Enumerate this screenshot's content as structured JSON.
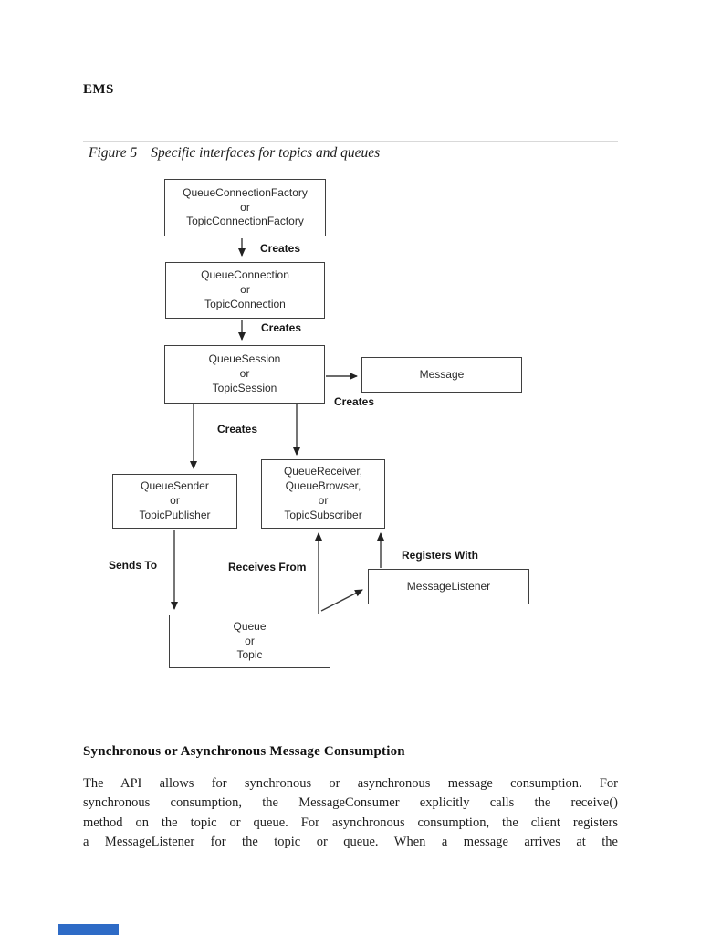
{
  "page": {
    "header": "EMS"
  },
  "figure": {
    "number": "Figure 5",
    "caption": "Specific interfaces for topics and queues"
  },
  "diagram": {
    "nodes": {
      "factory": {
        "lines": [
          "QueueConnectionFactory",
          "or",
          "TopicConnectionFactory"
        ]
      },
      "connection": {
        "lines": [
          "QueueConnection",
          "or",
          "TopicConnection"
        ]
      },
      "session": {
        "lines": [
          "QueueSession",
          "or",
          "TopicSession"
        ]
      },
      "message": {
        "lines": [
          "Message"
        ]
      },
      "sender": {
        "lines": [
          "QueueSender",
          "or",
          "TopicPublisher"
        ]
      },
      "receiver": {
        "lines": [
          "QueueReceiver,",
          "QueueBrowser,",
          "or",
          "TopicSubscriber"
        ]
      },
      "listener": {
        "lines": [
          "MessageListener"
        ]
      },
      "destination": {
        "lines": [
          "Queue",
          "or",
          "Topic"
        ]
      }
    },
    "labels": {
      "creates1": "Creates",
      "creates2": "Creates",
      "creates3": "Creates",
      "creates4": "Creates",
      "sends_to": "Sends To",
      "receives_from": "Receives From",
      "registers_with": "Registers With"
    },
    "line_color": "#3a3a3a"
  },
  "section": {
    "heading": "Synchronous or Asynchronous Message Consumption",
    "paragraph_lines": [
      "The API allows for synchronous or asynchronous message consumption. For",
      "synchronous consumption, the MessageConsumer explicitly calls the receive()",
      "method on the topic or queue. For asynchronous consumption, the client registers",
      "a MessageListener for the topic or queue. When a message arrives at the"
    ]
  },
  "footer": {
    "accent_color": "#2e6bc6"
  }
}
